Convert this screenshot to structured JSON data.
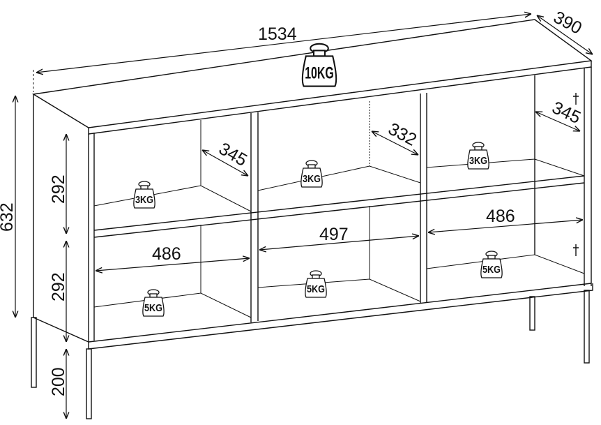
{
  "title_dims": {
    "width": "1534",
    "depth": "390",
    "height": "632",
    "upper_compartment_height": "292",
    "lower_compartment_height": "292",
    "leg_height": "200",
    "left_inner_width": "486",
    "middle_inner_width": "497",
    "right_inner_width": "486",
    "left_shelf_depth": "345",
    "middle_shelf_depth": "332",
    "right_shelf_depth": "345"
  },
  "load_ratings": {
    "top": "10KG",
    "shelf_left": "3KG",
    "shelf_middle": "3KG",
    "shelf_right": "3KG",
    "bottom_left": "5KG",
    "bottom_middle": "5KG",
    "bottom_right": "5KG"
  },
  "colors": {
    "line": "#111111",
    "background": "#ffffff"
  }
}
